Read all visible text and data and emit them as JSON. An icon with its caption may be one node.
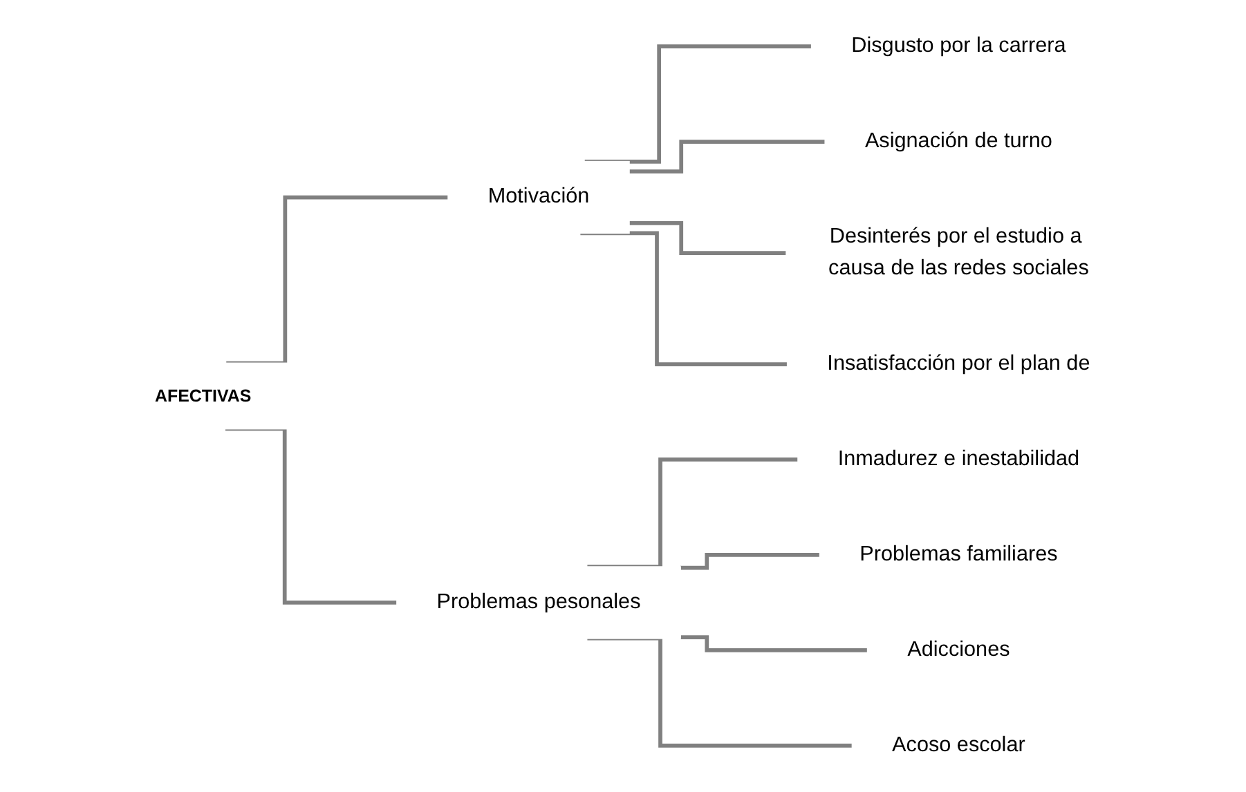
{
  "diagram": {
    "nodes": [
      {
        "text": [
          "AFECTIVAS"
        ]
      },
      {
        "text": [
          "Motivación"
        ]
      },
      {
        "text": [
          "Disgusto por la carrera"
        ]
      },
      {
        "text": [
          "Asignación de turno"
        ]
      },
      {
        "text": [
          "Desinterés por el estudio a causa de las redes sociales"
        ]
      },
      {
        "text": [
          "Insatisfacción por el plan de"
        ]
      },
      {
        "text": [
          "Problemas pesonales"
        ]
      },
      {
        "text": [
          "Inmadurez e inestabilidad"
        ]
      },
      {
        "text": [
          "Problemas familiares"
        ]
      },
      {
        "text": [
          "Adicciones"
        ]
      },
      {
        "text": [
          "Acoso escolar"
        ]
      }
    ],
    "edges": [
      {
        "from": 0,
        "to": 1,
        "arrow": "none"
      },
      {
        "from": 0,
        "to": 6,
        "arrow": "none"
      },
      {
        "from": 1,
        "to": 2,
        "arrow": "none"
      },
      {
        "from": 1,
        "to": 3,
        "arrow": "none"
      },
      {
        "from": 1,
        "to": 4,
        "arrow": "none"
      },
      {
        "from": 1,
        "to": 5,
        "arrow": "none"
      },
      {
        "from": 6,
        "to": 7,
        "arrow": "none"
      },
      {
        "from": 6,
        "to": 8,
        "arrow": "none"
      },
      {
        "from": 6,
        "to": 9,
        "arrow": "none"
      },
      {
        "from": 6,
        "to": 10,
        "arrow": "none"
      }
    ]
  }
}
